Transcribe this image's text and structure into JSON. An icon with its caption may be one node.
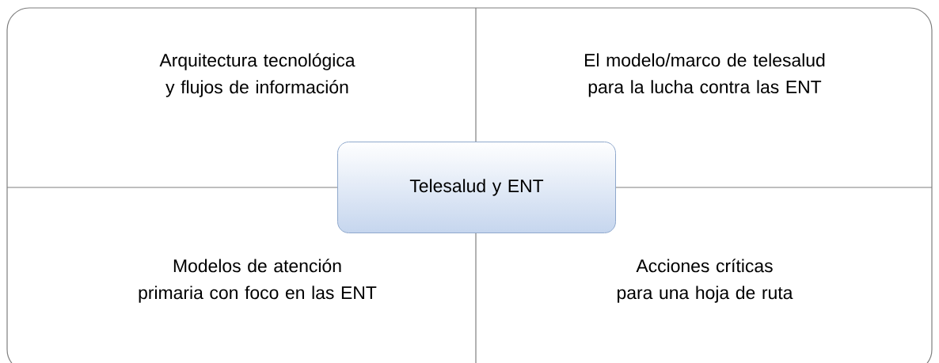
{
  "diagram": {
    "nodes": [
      {
        "text": [
          "Arquitectura tecnológica y flujos de información"
        ]
      },
      {
        "text": [
          "El modelo/marco de telesalud para la lucha contra las ENT"
        ]
      },
      {
        "text": [
          "Telesalud y ENT"
        ]
      },
      {
        "text": [
          "Modelos de atención primaria con foco en las ENT"
        ]
      },
      {
        "text": [
          "Acciones críticas para una hoja de ruta"
        ]
      }
    ]
  }
}
